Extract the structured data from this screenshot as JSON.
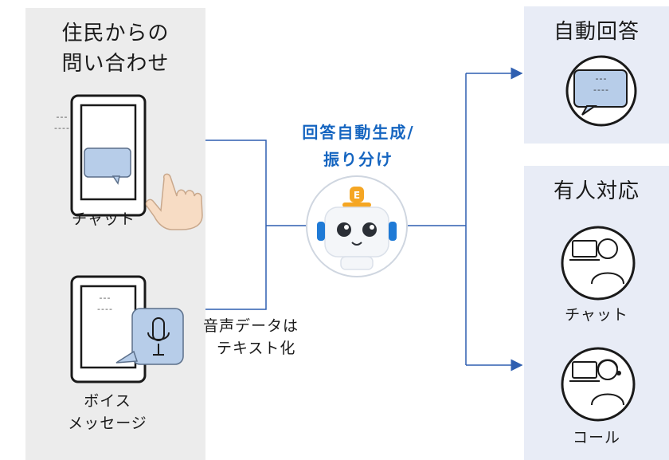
{
  "inquiries": {
    "title_line1": "住民からの",
    "title_line2": "問い合わせ",
    "chat_label": "チャット",
    "voice_label_line1": "ボイス",
    "voice_label_line2": "メッセージ",
    "placeholder_short": "---",
    "placeholder_long": "----"
  },
  "bot": {
    "label_line1": "回答自動生成/",
    "label_line2": "振り分け",
    "badge_letter": "E"
  },
  "conversion_note": {
    "line1": "音声データは",
    "line2": "テキスト化"
  },
  "auto_answer": {
    "title": "自動回答",
    "placeholder_short": "---",
    "placeholder_long": "----"
  },
  "human_response": {
    "title": "有人対応",
    "chat_label": "チャット",
    "call_label": "コール"
  },
  "colors": {
    "accent_blue": "#1565c0",
    "line_blue": "#2f5fb0",
    "bubble_fill": "#b7cde9",
    "left_panel": "#ececec",
    "right_panel": "#e8ecf6",
    "robot_orange": "#f5a623"
  }
}
